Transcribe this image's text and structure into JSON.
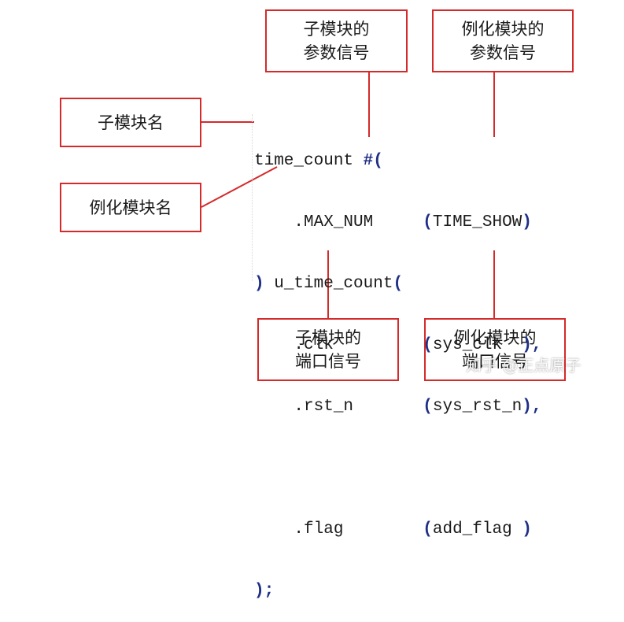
{
  "labels": {
    "submodule_param": [
      "子模块的",
      "参数信号"
    ],
    "instance_param": [
      "例化模块的",
      "参数信号"
    ],
    "submodule_name": "子模块名",
    "instance_name": "例化模块名",
    "submodule_port": [
      "子模块的",
      "端口信号"
    ],
    "instance_port": [
      "例化模块的",
      "端口信号"
    ]
  },
  "code": {
    "line1": {
      "text": "time_count ",
      "sym": "#("
    },
    "line2": {
      "text": "    .MAX_NUM     ",
      "open": "(",
      "arg": "TIME_SHOW",
      "close": ")"
    },
    "line3": {
      "open": ")",
      "text": " u_time_count",
      "close": "("
    },
    "line4": {
      "text": "    .clk         ",
      "open": "(",
      "arg": "sys_clk  ",
      "close": ")",
      "tail": ","
    },
    "line5": {
      "text": "    .rst_n       ",
      "open": "(",
      "arg": "sys_rst_n",
      "close": ")",
      "tail": ","
    },
    "line6": {
      "text": ""
    },
    "line7": {
      "text": "    .flag        ",
      "open": "(",
      "arg": "add_flag ",
      "close": ")"
    },
    "line8": {
      "close": ")",
      "tail": ";"
    }
  },
  "watermark": "知乎 @正点原子",
  "colors": {
    "border": "#d42a2a",
    "connector": "#d42a2a",
    "keyword": "#1f2f86",
    "text": "#1a1a1a"
  }
}
